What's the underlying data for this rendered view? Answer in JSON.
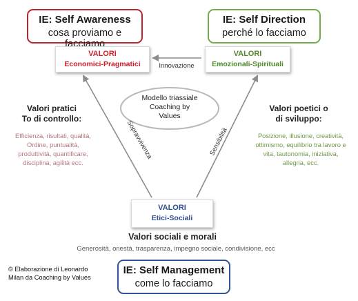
{
  "ie_top_left": {
    "title": "IE: Self Awareness",
    "subtitle": "cosa proviamo e facciamo",
    "border_color": "#c0202a"
  },
  "ie_top_right": {
    "title": "IE: Self Direction",
    "subtitle": "perché lo facciamo",
    "border_color": "#70ad47"
  },
  "ie_bottom": {
    "title": "IE: Self Management",
    "subtitle": "come lo facciamo",
    "border_color": "#2f5597"
  },
  "valori_left": {
    "title": "VALORI",
    "subtitle": "Economici-Pragmatici",
    "color": "#d0202a"
  },
  "valori_right": {
    "title": "VALORI",
    "subtitle": "Emozionali-Spirituali",
    "color": "#4f8a2b"
  },
  "valori_bottom": {
    "title": "VALORI",
    "subtitle": "Etici-Sociali",
    "color": "#2f4f8f"
  },
  "center": {
    "line1": "Modello triassiale",
    "line2": "Coaching by",
    "line3": "Values"
  },
  "arrows": {
    "top": "Innovazione",
    "left": "Sopravvivenza",
    "right": "Sensibilità"
  },
  "left_block": {
    "heading1": "Valori pratici",
    "heading2": "To di controllo:",
    "lines": [
      "Efficienza, risultati, qualità,",
      "Ordine, puntualità,",
      "produttività, quantificare,",
      "disciplina, agilità ecc."
    ],
    "color": "#b5767d"
  },
  "right_block": {
    "heading1": "Valori poetici o",
    "heading2": "di sviluppo:",
    "lines": [
      "Posizione, illusione, creatività,",
      "ottimismo, equilibrio tra lavoro e",
      "vita, tautonomia, iniziativa,",
      "allegria, ecc."
    ],
    "color": "#6f9a4a"
  },
  "bottom_block": {
    "heading": "Valori sociali e morali",
    "line": "Generosità, onestà, trasparenza, impegno sociale, condivisione, ecc",
    "color": "#555555"
  },
  "credit": {
    "line1": "© Elaborazione di Leonardo",
    "line2": "Milan da Coaching by Values"
  }
}
